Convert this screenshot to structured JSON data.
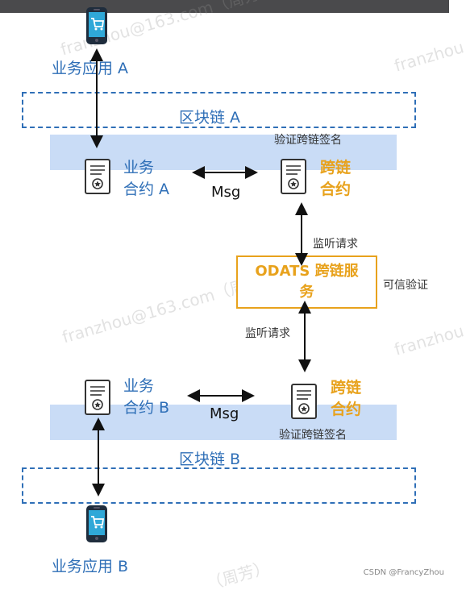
{
  "apps": {
    "a_label": "业务应用 A",
    "b_label": "业务应用 B"
  },
  "chains": {
    "a_label": "区块链 A",
    "b_label": "区块链 B"
  },
  "contracts": {
    "biz_a_line1": "业务",
    "biz_a_line2": "合约 A",
    "biz_b_line1": "业务",
    "biz_b_line2": "合约 B",
    "cross_a_line1": "跨链",
    "cross_a_line2": "合约",
    "cross_b_line1": "跨链",
    "cross_b_line2": "合约"
  },
  "labels": {
    "msg_a": "Msg",
    "msg_b": "Msg",
    "verify_sig_a": "验证跨链签名",
    "verify_sig_b": "验证跨链签名",
    "listen_a": "监听请求",
    "listen_b": "监听请求",
    "trusted_verify": "可信验证"
  },
  "odats": {
    "line1": "ODATS 跨链服",
    "line2": "务"
  },
  "watermarks": {
    "w1": "franzhou@163.com（周芳）",
    "w2": "franzhou",
    "w3": "franzhou@163.com（周芳）",
    "w4": "franzhou",
    "w5": "（周芳）"
  },
  "footer": "CSDN @FrancyZhou",
  "colors": {
    "blue": "#2f6fb7",
    "orange": "#e8a21c",
    "band": "#c9dcf6"
  },
  "icons": [
    "phone-cart-icon",
    "contract-document-icon",
    "double-arrow-icon"
  ]
}
